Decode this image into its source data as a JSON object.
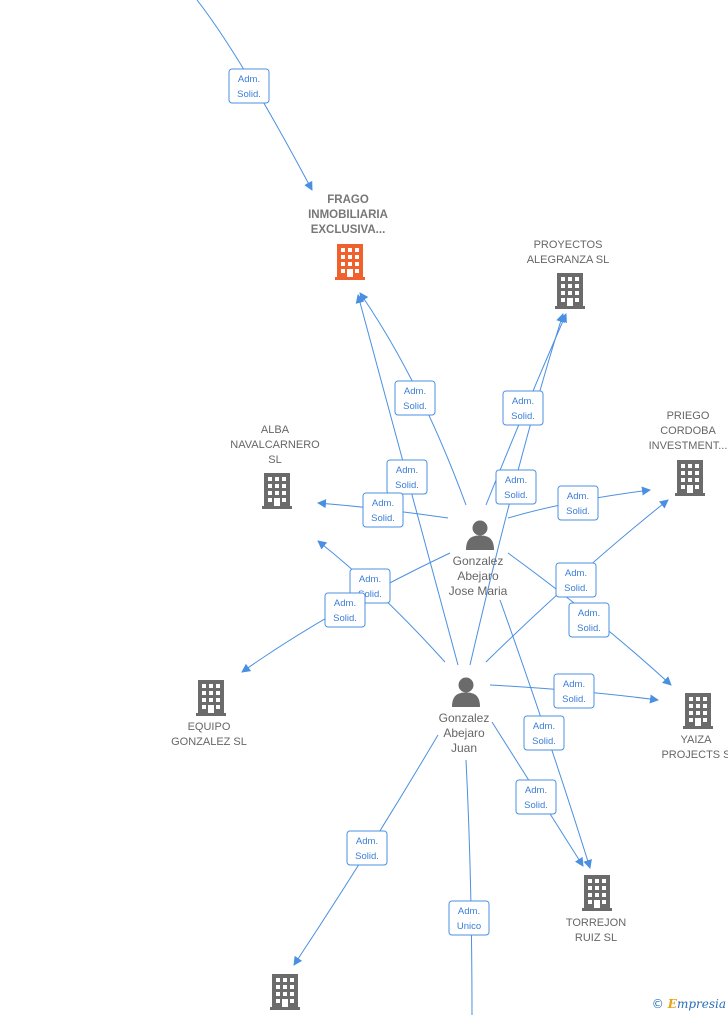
{
  "nodes": [
    {
      "id": "frago",
      "kind": "company",
      "focus": true,
      "label": [
        "FRAGO",
        "INMOBILIARIA",
        "EXCLUSIVA..."
      ]
    },
    {
      "id": "proyectos",
      "kind": "company",
      "label": [
        "PROYECTOS",
        "ALEGRANZA  SL"
      ]
    },
    {
      "id": "priego",
      "kind": "company",
      "label": [
        "PRIEGO",
        "CORDOBA",
        "INVESTMENT..."
      ]
    },
    {
      "id": "alba",
      "kind": "company",
      "label": [
        "ALBA",
        "NAVALCARNERO",
        "SL"
      ]
    },
    {
      "id": "equipo",
      "kind": "company",
      "label": [
        "EQUIPO",
        "GONZALEZ  SL"
      ]
    },
    {
      "id": "yaiza",
      "kind": "company",
      "label": [
        "YAIZA",
        "PROJECTS  S"
      ]
    },
    {
      "id": "torrejon",
      "kind": "company",
      "label": [
        "TORREJON",
        "RUIZ SL"
      ]
    },
    {
      "id": "bottom",
      "kind": "company",
      "label": []
    },
    {
      "id": "jose",
      "kind": "person",
      "label": [
        "Gonzalez",
        "Abejaro",
        "Jose Maria"
      ]
    },
    {
      "id": "juan",
      "kind": "person",
      "label": [
        "Gonzalez",
        "Abejaro",
        "Juan"
      ]
    }
  ],
  "edges": [
    {
      "id": "e-top-frago",
      "label": [
        "Adm.",
        "Solid."
      ]
    },
    {
      "id": "e-jose-frago",
      "label": [
        "Adm.",
        "Solid."
      ]
    },
    {
      "id": "e-juan-frago",
      "label": [
        "Adm.",
        "Solid."
      ]
    },
    {
      "id": "e-juan-proyectos",
      "label": [
        "Adm.",
        "Solid."
      ]
    },
    {
      "id": "e-jose-proyectos",
      "label": [
        "Adm.",
        "Solid."
      ]
    },
    {
      "id": "e-jose-priego",
      "label": [
        "Adm.",
        "Solid."
      ]
    },
    {
      "id": "e-jose-alba",
      "label": [
        "Adm.",
        "Solid."
      ]
    },
    {
      "id": "e-juan-alba",
      "label": [
        "Adm.",
        "Solid."
      ]
    },
    {
      "id": "e-jose-equipo",
      "label": [
        "Adm.",
        "Solid."
      ]
    },
    {
      "id": "e-juan-priego",
      "label": [
        "Adm.",
        "Solid."
      ]
    },
    {
      "id": "e-jose-yaiza",
      "label": [
        "Adm.",
        "Solid."
      ]
    },
    {
      "id": "e-juan-yaiza",
      "label": [
        "Adm.",
        "Solid."
      ]
    },
    {
      "id": "e-jose-torrejon",
      "label": [
        "Adm.",
        "Solid."
      ]
    },
    {
      "id": "e-juan-torrejon",
      "label": [
        "Adm.",
        "Solid."
      ]
    },
    {
      "id": "e-juan-bottom",
      "label": [
        "Adm.",
        "Solid."
      ]
    },
    {
      "id": "e-juan-down",
      "label": [
        "Adm.",
        "Unico"
      ]
    }
  ],
  "colors": {
    "edge": "#4a90e2",
    "company": "#6b6b6b",
    "focus_company": "#f0622d",
    "person": "#6b6b6b"
  },
  "footer": {
    "copyright": "©",
    "brand_initial": "E",
    "brand_rest": "mpresia"
  }
}
